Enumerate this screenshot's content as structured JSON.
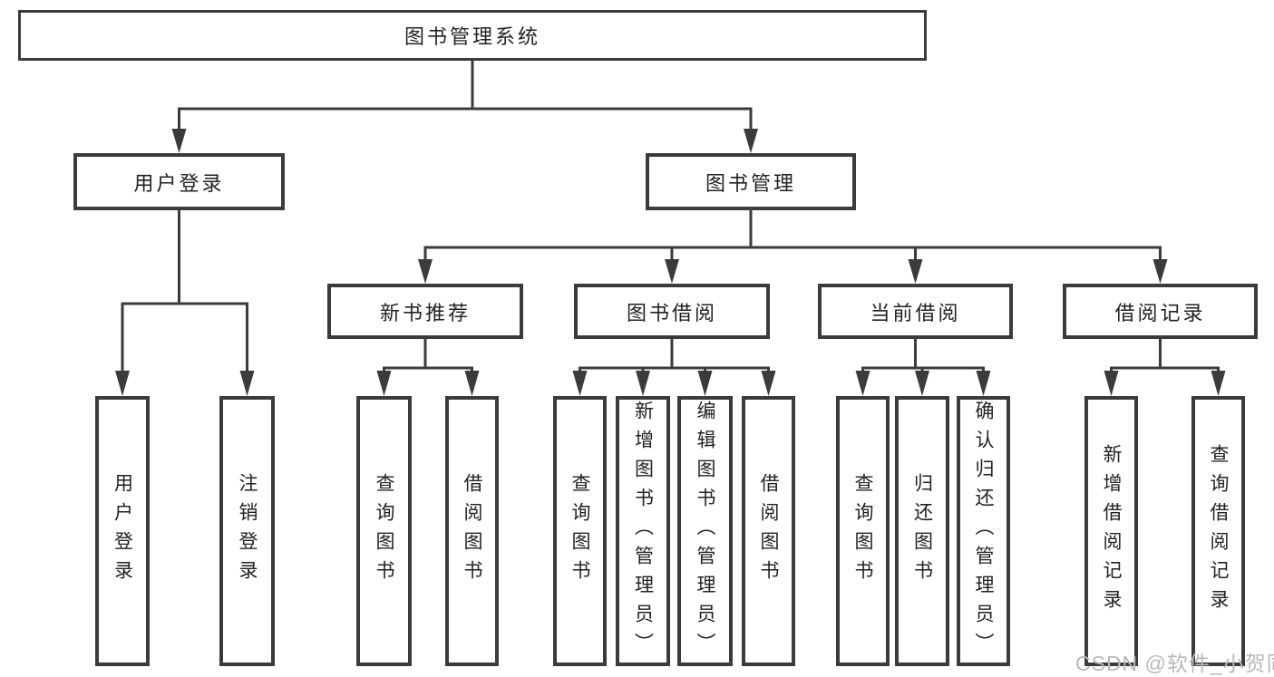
{
  "nodes": {
    "root": {
      "label": "图书管理系统"
    },
    "userLogin": {
      "label": "用户登录"
    },
    "bookMgmt": {
      "label": "图书管理"
    },
    "newBooks": {
      "label": "新书推荐"
    },
    "bookBorrow": {
      "label": "图书借阅"
    },
    "currentBorrow": {
      "label": "当前借阅"
    },
    "borrowRecords": {
      "label": "借阅记录"
    },
    "uLogin": {
      "label": "用户登录"
    },
    "uLogout": {
      "label": "注销登录"
    },
    "nbQuery": {
      "label": "查询图书"
    },
    "nbBorrow": {
      "label": "借阅图书"
    },
    "bbQuery": {
      "label": "查询图书"
    },
    "bbAdd": {
      "label": "新增图书（管理员）"
    },
    "bbEdit": {
      "label": "编辑图书（管理员）"
    },
    "bbBorrow": {
      "label": "借阅图书"
    },
    "cbQuery": {
      "label": "查询图书"
    },
    "cbReturn": {
      "label": "归还图书"
    },
    "cbConfirm": {
      "label": "确认归还（管理员）"
    },
    "brAdd": {
      "label": "新增借阅记录"
    },
    "brQuery": {
      "label": "查询借阅记录"
    }
  },
  "watermark": {
    "text": "CSDN @软件_小贺同学"
  },
  "colors": {
    "line": "#3b3b3b",
    "box_border": "#3b3b3b",
    "text": "#222222",
    "watermark": "#b9b9b9",
    "background": "#ffffff"
  }
}
